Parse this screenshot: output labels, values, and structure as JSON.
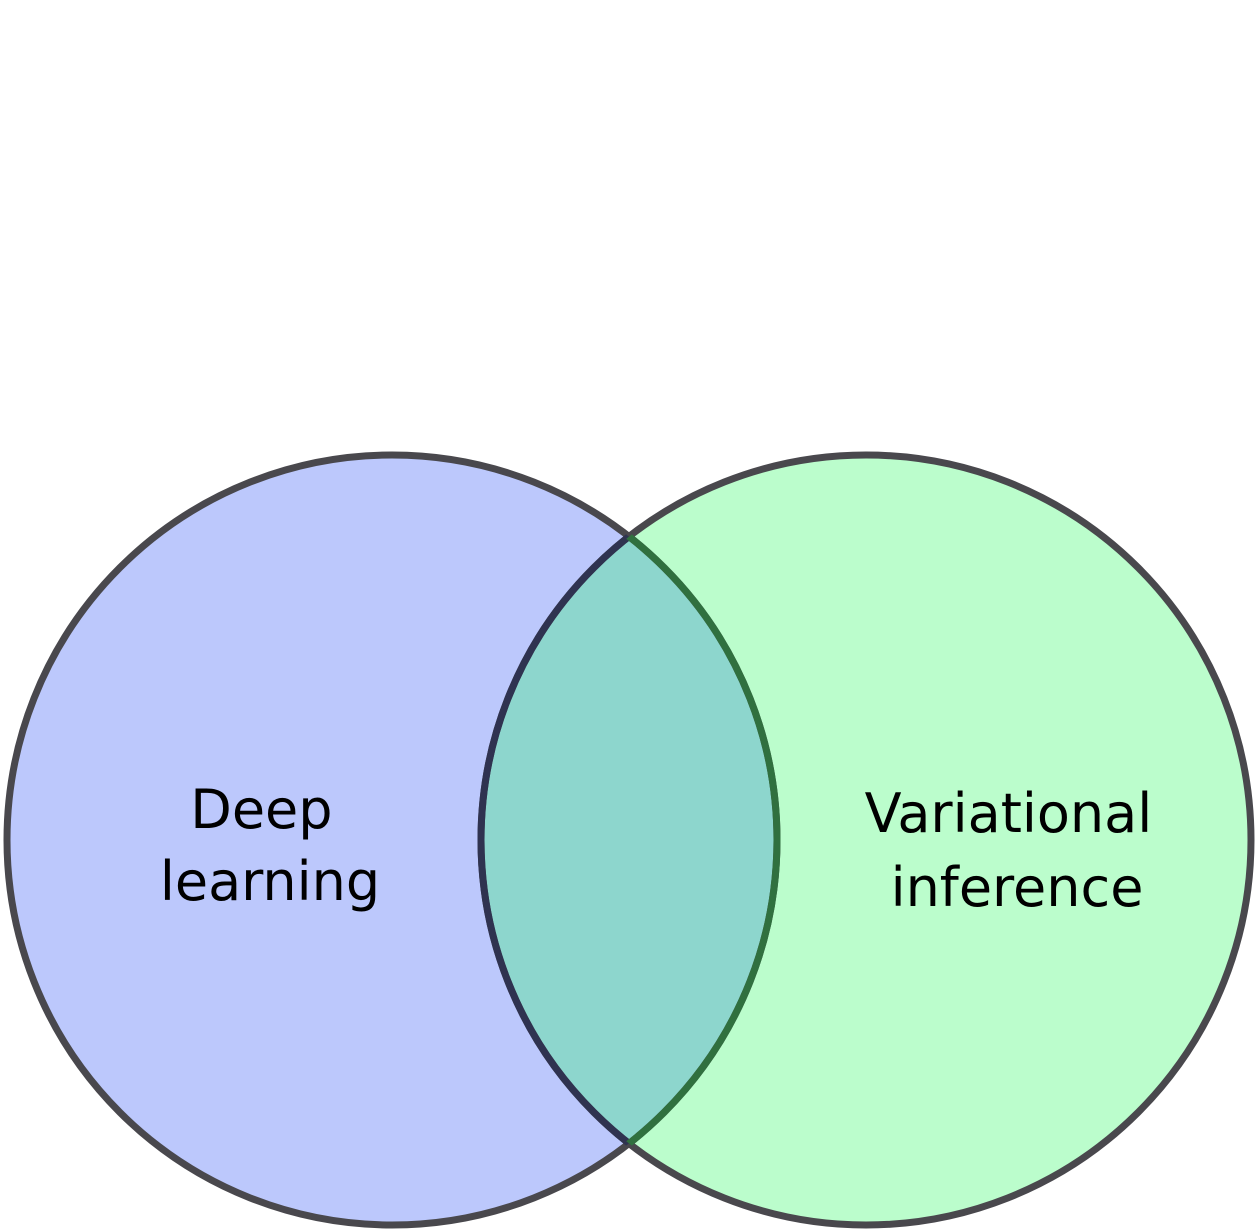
{
  "diagram": {
    "type": "venn",
    "sets": [
      {
        "id": "deep-learning",
        "label_lines": [
          "Deep",
          "learning"
        ],
        "fill_color": "#bcc8fc"
      },
      {
        "id": "variational-inference",
        "label_lines": [
          "Variational",
          "inference"
        ],
        "fill_color": "#bbfdcc"
      }
    ],
    "overlap_fill_color": "#8dd6cd",
    "outline_color": "#49484d",
    "overlap_outline_color": "#30703f"
  }
}
